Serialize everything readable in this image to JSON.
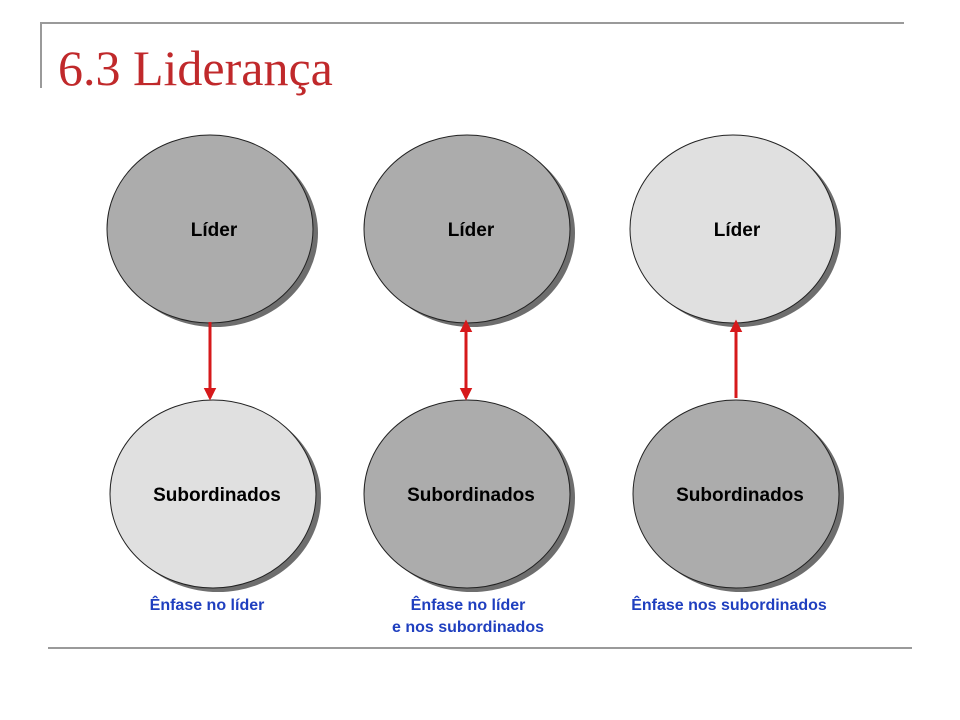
{
  "slide": {
    "title": "6.3 Liderança",
    "title_color": "#c0292b"
  },
  "colors": {
    "circle_dark": "#acacac",
    "circle_light": "#e0e0e0",
    "arrow": "#d6191b",
    "caption": "#1f3fbf",
    "frame": "#9a9a9a"
  },
  "columns": [
    {
      "leader": {
        "label": "Líder",
        "shade": "dark"
      },
      "subordinates": {
        "label": "Subordinados",
        "shade": "light"
      },
      "arrow": "down",
      "caption_lines": [
        "Ênfase no líder"
      ]
    },
    {
      "leader": {
        "label": "Líder",
        "shade": "dark"
      },
      "subordinates": {
        "label": "Subordinados",
        "shade": "dark"
      },
      "arrow": "both",
      "caption_lines": [
        "Ênfase no líder",
        "e nos subordinados"
      ]
    },
    {
      "leader": {
        "label": "Líder",
        "shade": "light"
      },
      "subordinates": {
        "label": "Subordinados",
        "shade": "dark"
      },
      "arrow": "up",
      "caption_lines": [
        "Ênfase nos subordinados"
      ]
    }
  ]
}
